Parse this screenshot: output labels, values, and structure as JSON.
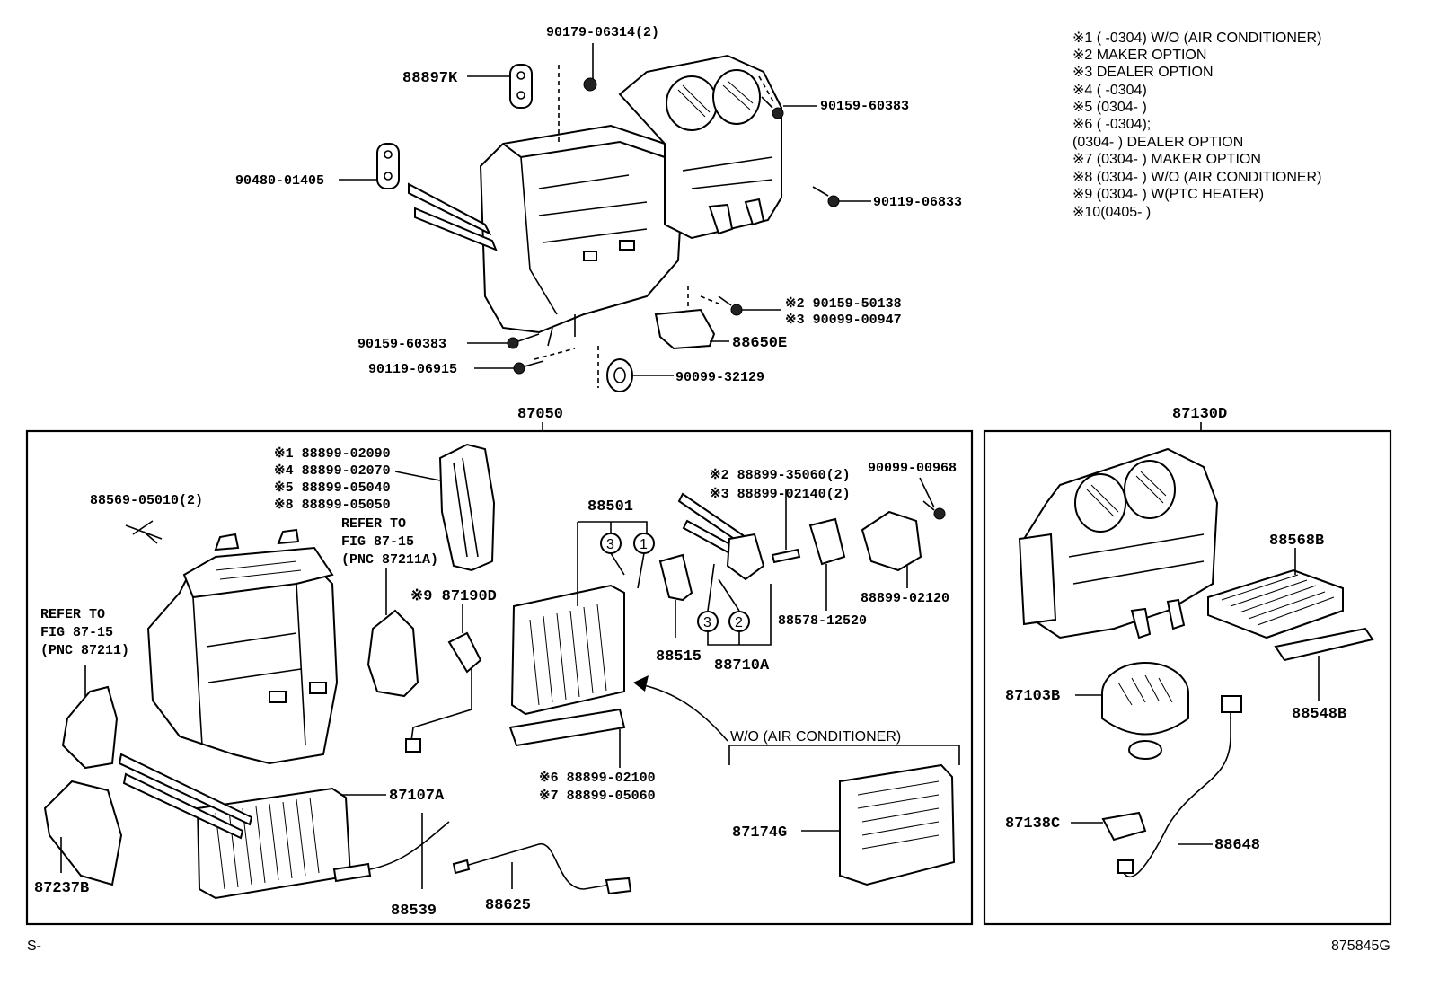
{
  "legend": [
    "※1 (        -0304) W/O (AIR CONDITIONER)",
    "※2 MAKER OPTION",
    "※3 DEALER OPTION",
    "※4 (        -0304)",
    "※5 (0304-        )",
    "※6 (        -0304);",
    "      (0304-        ) DEALER OPTION",
    "※7 (0304-        ) MAKER OPTION",
    "※8 (0304-        ) W/O (AIR CONDITIONER)",
    "※9 (0304-        ) W(PTC HEATER)",
    "※10(0405-        )"
  ],
  "top_assembly": {
    "labels": {
      "p90179": "90179-06314(2)",
      "p88897K": "88897K",
      "p90159a": "90159-60383",
      "p90480": "90480-01405",
      "p90119a": "90119-06833",
      "p90159b_a": "※2 90159-50138",
      "p90099a": "※3 90099-00947",
      "p90159c": "90159-60383",
      "p88650E": "88650E",
      "p90119b": "90119-06915",
      "p90099b": "90099-32129"
    }
  },
  "box_left": {
    "title": "87050",
    "labels": {
      "n1": "※1 88899-02090",
      "n4": "※4 88899-02070",
      "n5": "※5 88899-05040",
      "n8": "※8 88899-05050",
      "refer1_a": "REFER TO",
      "refer1_b": "FIG 87-15",
      "refer1_c": "(PNC 87211A)",
      "p88569": "88569-05010(2)",
      "refer2_a": "REFER TO",
      "refer2_b": "FIG 87-15",
      "refer2_c": "(PNC 87211)",
      "p87190D": "※9 87190D",
      "p88501": "88501",
      "c3a": "3",
      "c1": "1",
      "n2": "※2 88899-35060(2)",
      "n3": "※3 88899-02140(2)",
      "p90099c": "90099-00968",
      "p88515": "88515",
      "c3b": "3",
      "c2": "2",
      "p88710A": "88710A",
      "p88578": "88578-12520",
      "p88899_02120": "88899-02120",
      "wo_ac": "W/O (AIR CONDITIONER)",
      "n6": "※6 88899-02100",
      "n7": "※7 88899-05060",
      "p87107A": "87107A",
      "p87237B": "87237B",
      "p88539": "88539",
      "p88625": "88625",
      "p87174G": "87174G"
    }
  },
  "box_right": {
    "title": "87130D",
    "labels": {
      "p88568B": "88568B",
      "p87103B": "87103B",
      "p88548B": "88548B",
      "p87138C": "87138C",
      "p88648": "88648"
    }
  },
  "footer": {
    "left": "S-",
    "right": "875845G"
  }
}
